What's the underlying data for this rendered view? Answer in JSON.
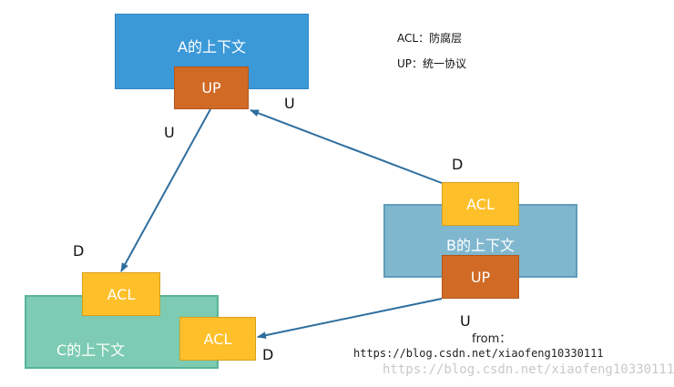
{
  "legend": {
    "acl": "ACL：防腐层",
    "up": "UP：统一协议"
  },
  "contexts": {
    "a": {
      "label": "A的上下文",
      "up": "UP"
    },
    "b": {
      "label": "B的上下文",
      "acl": "ACL",
      "up": "UP"
    },
    "c": {
      "label": "C的上下文",
      "acl_top": "ACL",
      "acl_right": "ACL"
    }
  },
  "letters": {
    "u_a_right": "U",
    "u_a_left": "U",
    "d_b_top": "D",
    "d_c_top": "D",
    "u_b_bottom": "U",
    "d_c_right": "D"
  },
  "source": {
    "from_label": "from：",
    "url": "https://blog.csdn.net/xiaofeng10330111",
    "watermark": "https://blog.csdn.net/xiaofeng10330111"
  },
  "colors": {
    "arrow": "#2e6e9e",
    "context_a": "#3b99d8",
    "context_b": "#7fb7cf",
    "context_c": "#7ccbb2",
    "up": "#d06a25",
    "acl": "#fec02a"
  }
}
